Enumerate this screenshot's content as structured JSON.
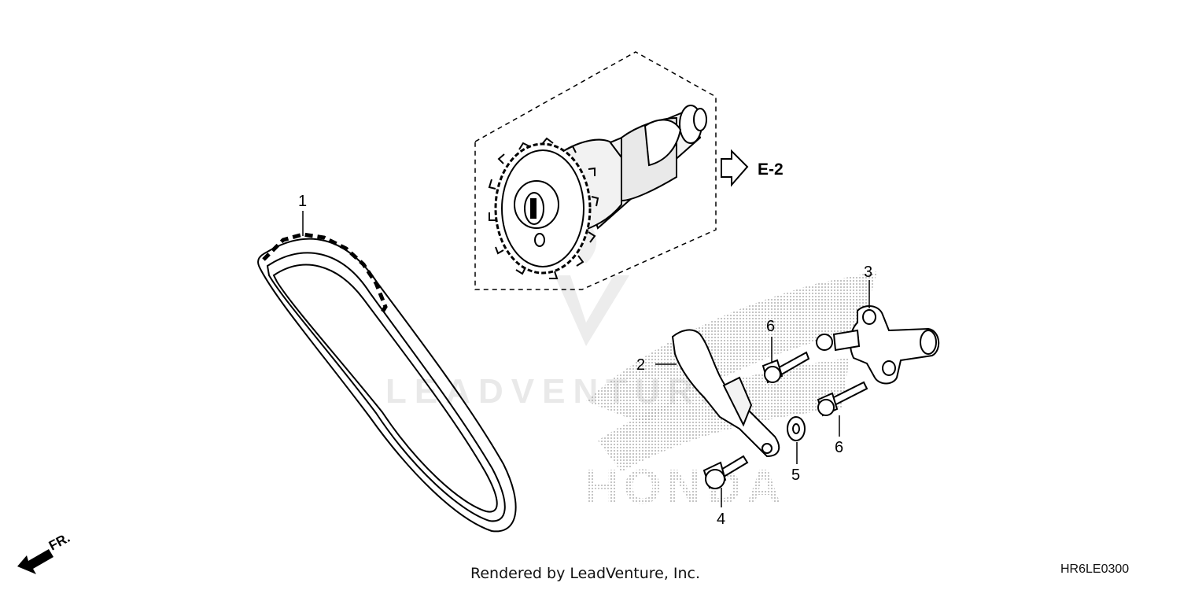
{
  "diagram": {
    "callouts": [
      "1",
      "2",
      "3",
      "4",
      "5",
      "6",
      "6"
    ],
    "reference_label": "E-2",
    "front_label": "FR.",
    "credit": "Rendered by LeadVenture, Inc.",
    "diagram_code": "HR6LE0300",
    "watermark_text": "LEADVENTURE",
    "brand_text": "HONDA"
  }
}
